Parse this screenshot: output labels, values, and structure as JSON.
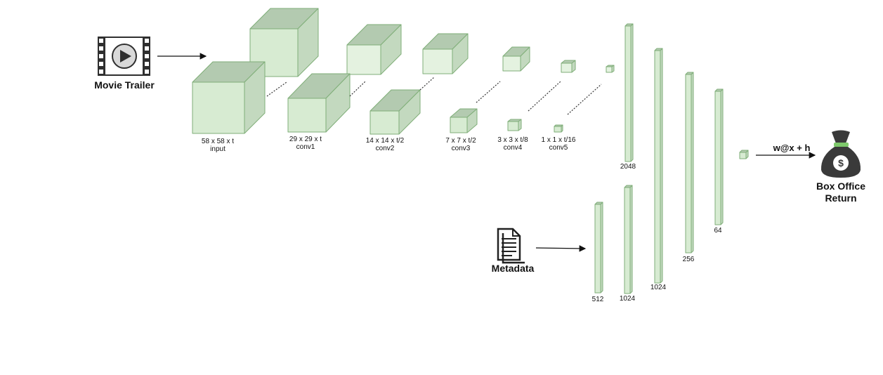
{
  "inputs": {
    "trailer_label": "Movie Trailer",
    "metadata_label": "Metadata"
  },
  "output": {
    "label_line1": "Box Office",
    "label_line2": "Return",
    "equation": "w@x + h",
    "dollar_symbol": "$"
  },
  "conv_layers": [
    {
      "dims": "58 x 58 x t",
      "name": "input"
    },
    {
      "dims": "29 x 29 x t",
      "name": "conv1"
    },
    {
      "dims": "14 x 14 x t/2",
      "name": "conv2"
    },
    {
      "dims": "7 x 7 x t/2",
      "name": "conv3"
    },
    {
      "dims": "3 x 3 x t/8",
      "name": "conv4"
    },
    {
      "dims": "1 x 1 x t/16",
      "name": "conv5"
    }
  ],
  "trailer_dense_layers": [
    "2048"
  ],
  "metadata_dense_layers": [
    "512",
    "1024"
  ],
  "merged_dense_layers": [
    "1024",
    "256",
    "64"
  ],
  "colors": {
    "cube_front": "#d7ebd2",
    "cube_front_light": "#e4f2e0",
    "cube_top": "#b3cab0",
    "cube_side": "#c3d9bf",
    "cube_edge": "#7fae78",
    "ink": "#111111",
    "bag": "#3a3a3a",
    "bag_band": "#7ec96b"
  },
  "icons": {
    "trailer": "film-play-icon",
    "metadata": "document-icon",
    "output": "money-bag-icon"
  }
}
